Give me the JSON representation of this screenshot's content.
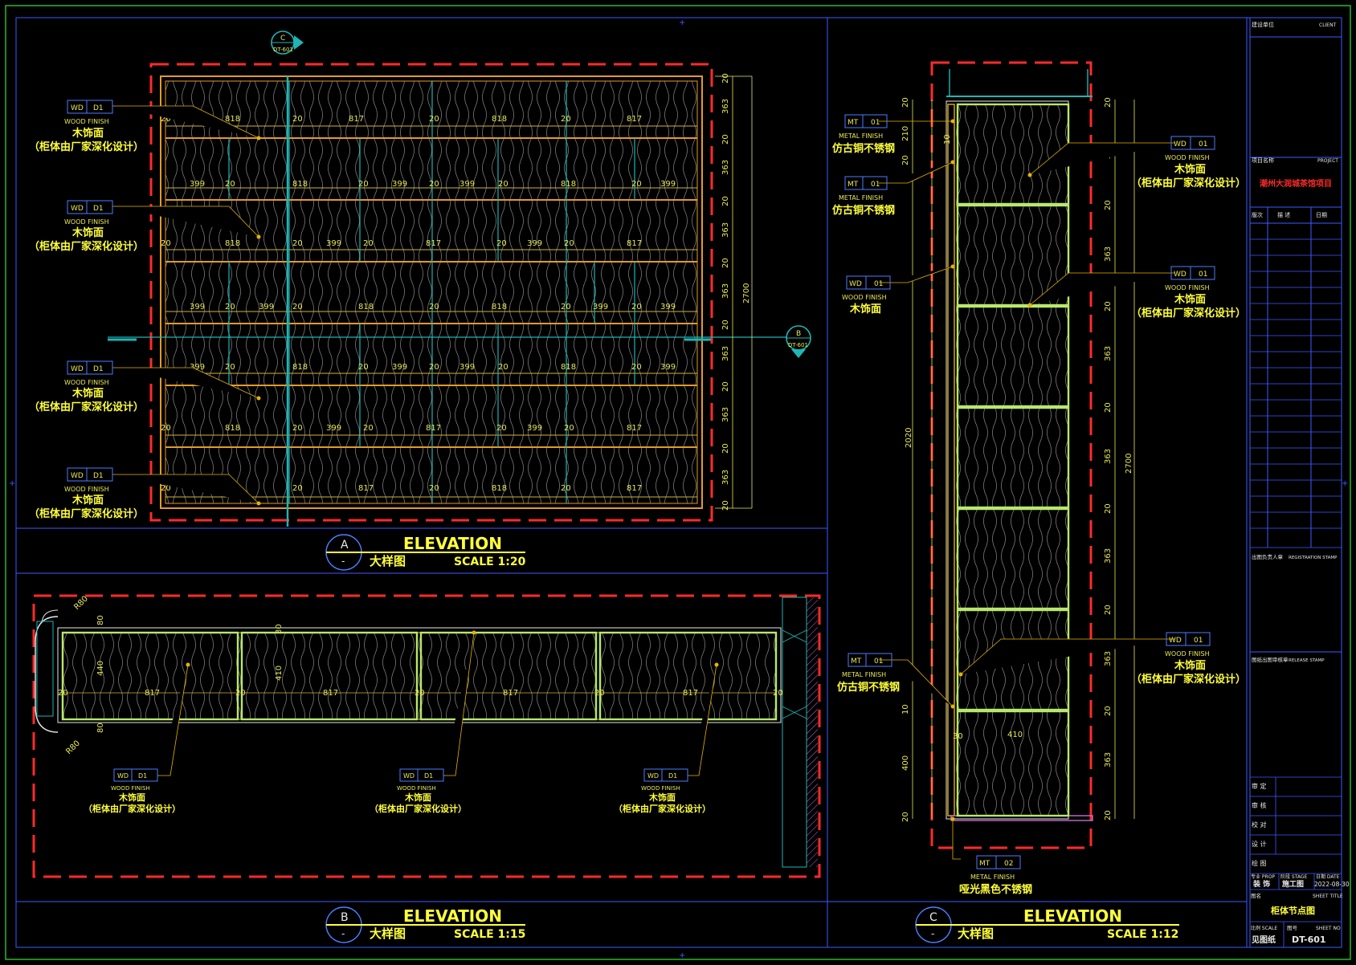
{
  "sheet": {
    "title_block": {
      "client_cn": "建设单位",
      "client_en": "CLIENT",
      "project_cn": "项目名称",
      "project_en": "PROJECT",
      "project_name": "潮州大润城茶馆项目",
      "col_version_cn": "版次",
      "col_desc_cn": "描 述",
      "col_date_cn": "日期",
      "stamp_cn": "出图负责人章",
      "stamp_en": "REGISTRATION STAMP",
      "stamp2_cn": "图纸出图审核章",
      "stamp2_en": "RELEASE STAMP",
      "approved_cn": "审 定",
      "reviewed_cn": "审 核",
      "checked_cn": "校 对",
      "design_cn": "设 计",
      "drawn_cn": "绘 图",
      "prop_cn": "专业 PROP",
      "stage_cn": "阶段 STAGE",
      "date_label": "日期 DATE",
      "prop_val": "装 饰",
      "stage_val": "施工图",
      "date_val": "2022-08-30",
      "sheet_title_cn": "图名",
      "sheet_title_en": "SHEET TITLE",
      "sheet_title": "柜体节点图",
      "scale_cn": "比例 SCALE",
      "sheet_no_cn": "图号",
      "sheet_no_en": "SHEET NO",
      "scale_val": "见图纸",
      "sheet_no": "DT-601"
    },
    "views": {
      "a": {
        "letter": "A",
        "sub": "-",
        "title": "ELEVATION",
        "cn": "大样图",
        "scale": "SCALE 1:20"
      },
      "b": {
        "letter": "B",
        "sub": "-",
        "title": "ELEVATION",
        "cn": "大样图",
        "scale": "SCALE 1:15"
      },
      "c": {
        "letter": "C",
        "sub": "-",
        "title": "ELEVATION",
        "cn": "大样图",
        "scale": "SCALE 1:12"
      }
    },
    "section_markers": {
      "c": {
        "letter": "C",
        "ref": "DT-601"
      },
      "b": {
        "letter": "B",
        "ref": "DT-601"
      }
    },
    "tags": {
      "wd": "WD",
      "mt": "MT",
      "d1": "D1",
      "o1": "01",
      "o2": "02",
      "wood_finish": "WOOD FINISH",
      "metal_finish": "METAL FINISH",
      "wood_cn": "木饰面",
      "wood_note": "（柜体由厂家深化设计）",
      "bronze_cn": "仿古铜不锈钢",
      "black_cn": "哑光黑色不锈钢"
    },
    "dims": {
      "d818": "818",
      "d817": "817",
      "d399": "399",
      "d20": "20",
      "d363": "363",
      "d2700": "2700",
      "d2020": "2020",
      "d400": "400",
      "d210": "210",
      "d10": "10",
      "d410": "410",
      "d440": "440",
      "d80": "80",
      "d30": "30",
      "r80": "R80"
    }
  }
}
